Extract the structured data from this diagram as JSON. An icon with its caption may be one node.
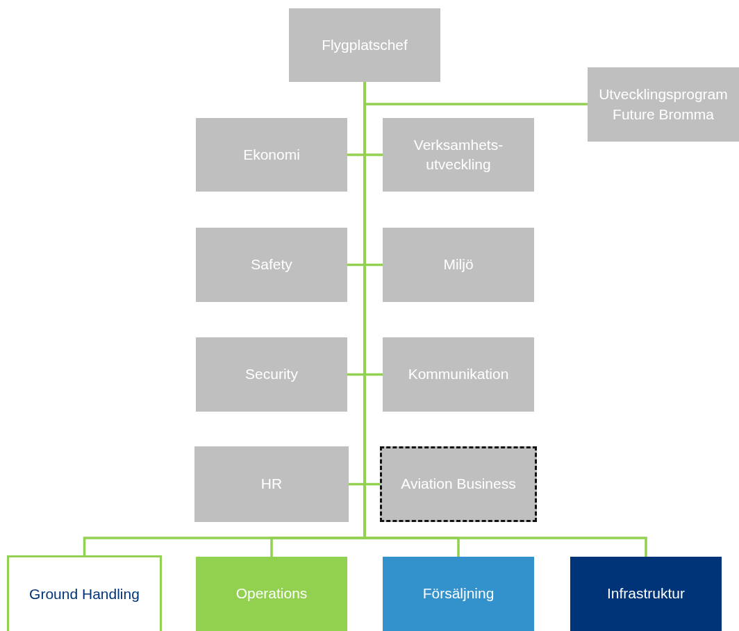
{
  "diagram": {
    "nodes": [
      {
        "text": [
          "Flygplatschef"
        ]
      },
      {
        "text": [
          "Utvecklingsprogram Future Bromma"
        ]
      },
      {
        "text": [
          "Ekonomi"
        ]
      },
      {
        "text": [
          "Verksamhets- utveckling"
        ]
      },
      {
        "text": [
          "Safety"
        ]
      },
      {
        "text": [
          "Miljö"
        ]
      },
      {
        "text": [
          "Security"
        ]
      },
      {
        "text": [
          "Kommunikation"
        ]
      },
      {
        "text": [
          "HR"
        ]
      },
      {
        "text": [
          "Aviation Business"
        ]
      },
      {
        "text": [
          "Ground Handling"
        ]
      },
      {
        "text": [
          "Operations"
        ]
      },
      {
        "text": [
          "Försäljning"
        ]
      },
      {
        "text": [
          "Infrastruktur"
        ]
      }
    ],
    "edges": [
      {
        "from": 0,
        "to": 1,
        "arrow": "none"
      },
      {
        "from": 0,
        "to": 2,
        "arrow": "none"
      },
      {
        "from": 0,
        "to": 3,
        "arrow": "none"
      },
      {
        "from": 0,
        "to": 4,
        "arrow": "none"
      },
      {
        "from": 0,
        "to": 5,
        "arrow": "none"
      },
      {
        "from": 0,
        "to": 6,
        "arrow": "none"
      },
      {
        "from": 0,
        "to": 7,
        "arrow": "none"
      },
      {
        "from": 0,
        "to": 8,
        "arrow": "none"
      },
      {
        "from": 0,
        "to": 9,
        "arrow": "none"
      },
      {
        "from": 0,
        "to": 10,
        "arrow": "none"
      },
      {
        "from": 0,
        "to": 11,
        "arrow": "none"
      },
      {
        "from": 0,
        "to": 12,
        "arrow": "none"
      },
      {
        "from": 0,
        "to": 13,
        "arrow": "none"
      }
    ]
  }
}
